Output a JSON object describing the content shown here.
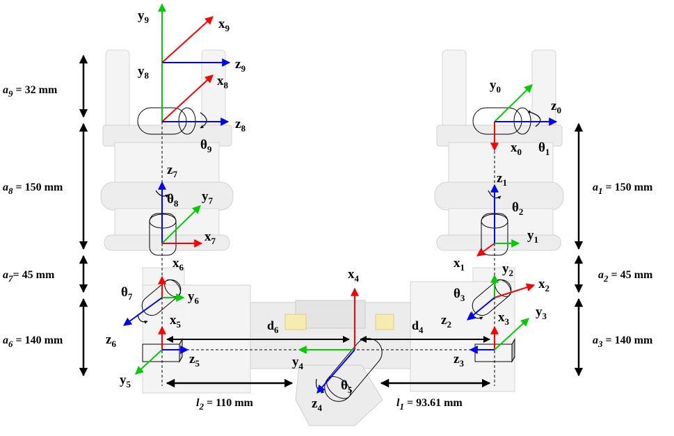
{
  "colors": {
    "x_axis": "#ff0000",
    "y_axis": "#00cc00",
    "z_axis": "#0000ff",
    "robot_body": "#ebebeb",
    "dimension": "#000000"
  },
  "frames": {
    "f9": {
      "y": "y",
      "y_sub": "9",
      "x": "x",
      "x_sub": "9",
      "z": "z",
      "z_sub": "9"
    },
    "f8": {
      "y": "y",
      "y_sub": "8",
      "x": "x",
      "x_sub": "8",
      "z": "z",
      "z_sub": "8",
      "theta": "θ",
      "theta_sub": "9"
    },
    "f7": {
      "z": "z",
      "z_sub": "7",
      "y": "y",
      "y_sub": "7",
      "x": "x",
      "x_sub": "7",
      "theta": "θ",
      "theta_sub": "8"
    },
    "f6": {
      "x": "x",
      "x_sub": "6",
      "y": "y",
      "y_sub": "6",
      "z": "z",
      "z_sub": "6",
      "theta": "θ",
      "theta_sub": "7"
    },
    "f5": {
      "x": "x",
      "x_sub": "5",
      "y": "y",
      "y_sub": "5",
      "z": "z",
      "z_sub": "5"
    },
    "f4": {
      "x": "x",
      "x_sub": "4",
      "y": "y",
      "y_sub": "4",
      "z": "z",
      "z_sub": "4",
      "theta": "θ",
      "theta_sub": "5"
    },
    "f3": {
      "x": "x",
      "x_sub": "3",
      "y": "y",
      "y_sub": "3",
      "z": "z",
      "z_sub": "3",
      "theta": "θ",
      "theta_sub": "3"
    },
    "f2": {
      "x": "x",
      "x_sub": "2",
      "y": "y",
      "y_sub": "2",
      "z": "z",
      "z_sub": "2"
    },
    "f1": {
      "z": "z",
      "z_sub": "1",
      "y": "y",
      "y_sub": "1",
      "x": "x",
      "x_sub": "1",
      "theta": "θ",
      "theta_sub": "2"
    },
    "f0": {
      "y": "y",
      "y_sub": "0",
      "z": "z",
      "z_sub": "0",
      "x": "x",
      "x_sub": "0",
      "theta": "θ",
      "theta_sub": "1"
    }
  },
  "dimensions": {
    "a9": {
      "var": "a",
      "sub": "9",
      "text": " = 32 mm"
    },
    "a8": {
      "var": "a",
      "sub": "8",
      "text": " = 150 mm"
    },
    "a7": {
      "var": "a",
      "sub": "7",
      "text": "= 45 mm"
    },
    "a6": {
      "var": "a",
      "sub": "6",
      "text": " = 140 mm"
    },
    "a1": {
      "var": "a",
      "sub": "1",
      "text": " = 150 mm"
    },
    "a2": {
      "var": "a",
      "sub": "2",
      "text": " = 45 mm"
    },
    "a3": {
      "var": "a",
      "sub": "3",
      "text": " = 140 mm"
    },
    "l2": {
      "var": "l",
      "sub": "2",
      "text": " = 110 mm"
    },
    "l1": {
      "var": "l",
      "sub": "1",
      "text": " = 93.61 mm"
    },
    "d6": {
      "var": "d",
      "sub": "6"
    },
    "d4": {
      "var": "d",
      "sub": "4"
    }
  }
}
